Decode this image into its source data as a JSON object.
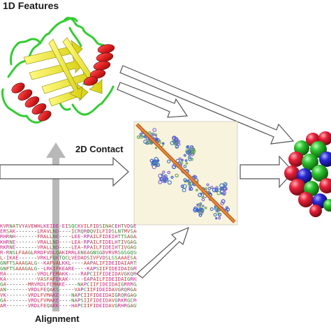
{
  "labels": {
    "features_1d": "1D Features",
    "contact_2d": "2D Contact",
    "alignment": "Alignment"
  },
  "alignment_rows": [
    "KVRNATVYAVEWHLKEIDE-EISQCKVILFIDSINACEHTVDGELN",
    "ERSAK-------LRAVLND----ICRQROQVILFIDSLNTMVSAGRAS-G",
    "RHRNH-------FRALLNE----LEE-RPAILFIDEIHTTSAGAASGG",
    "KHRNE-------VRALLND----LEA-RPAILFIDELHTIVGAGAASGG",
    "RKRNE-------VRALLND----LEA-RPAILFIDEIHTIVGAGSGE",
    "R-RNSLFAAGLRRDFVDLQAKIRRLENEAGNSGDVRVRSGSGQSGQRA",
    "L-IKAE------VRKLFQKTQCLVEDADSIVFVDSLSSAAAESAASIG",
    "GNFTSAAAGALG--KAFVALKKL----AAPALIFIDEIDAIARTRDAGA",
    "GNFTSAAAGALG--LRKIFKEARE----KAPSIIFIDEIDAIGRKRDAGG",
    "RA----------VRDLFEMAKK----RAPCIIFIDEIDAVGKQRGSGL",
    "KA----------VASFAFEKAK-----EAPAILFIDEIDAIGRKRSSGG",
    "GA-------MRVRDLFEMAKE----NAPCIIFIDEIDAIGRRRGAGG",
    "AN-------VRDLFEQAKS-----VAPCIIFIDEIDAVGRQRGAGL",
    "VK-------VRDLFVMAKE----NAPCIIFIDEIDAIGRQRGAGG",
    "GA-------VRDLFVMAKE----NAPSIIFIDEIDAVGRKRGCRGN",
    "AR-------VRDLFEQAKK----HAPCIIFIDEIDAVGRHRGAGV"
  ],
  "colors": {
    "helix": "#e02020",
    "strand": "#f2f020",
    "coil": "#33cc33",
    "arrow_outline": "#555555",
    "arrow_fill": "#ffffff",
    "gray_arrow": "#b8b8b8",
    "map_background": "#f8f3dc",
    "diagonal": "#c8641e",
    "contact_blue": "#3a5fd0",
    "contact_green": "#6aa84f",
    "atom_red": "#e8213a",
    "atom_green": "#2ec22e",
    "atom_blue": "#2a2ad6"
  },
  "icons": [
    "protein-ribbon-icon",
    "contact-map-icon",
    "space-filling-model-icon"
  ]
}
